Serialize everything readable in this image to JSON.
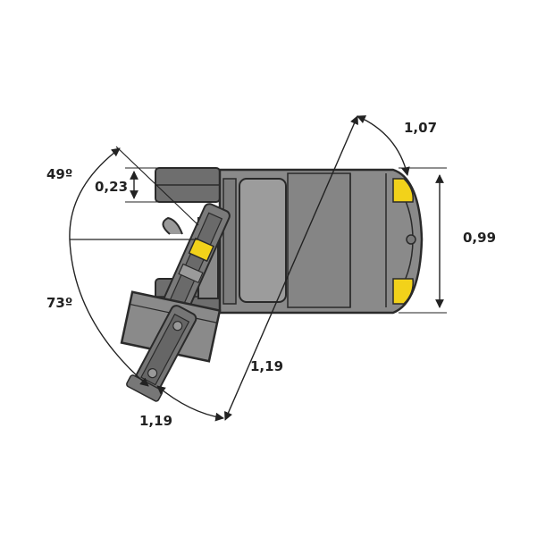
{
  "dimensions": {
    "top_swing": "1,07",
    "width_right": "0,99",
    "offset_small": "0,23",
    "angle_upper": "49º",
    "angle_lower": "73º",
    "diagonal": "1,19",
    "bottom_swing": "1,19"
  },
  "colors": {
    "body": "#8a8a8a",
    "outline": "#2a2a2a",
    "accent_yellow": "#f2d21a",
    "dim_line": "#222222"
  }
}
